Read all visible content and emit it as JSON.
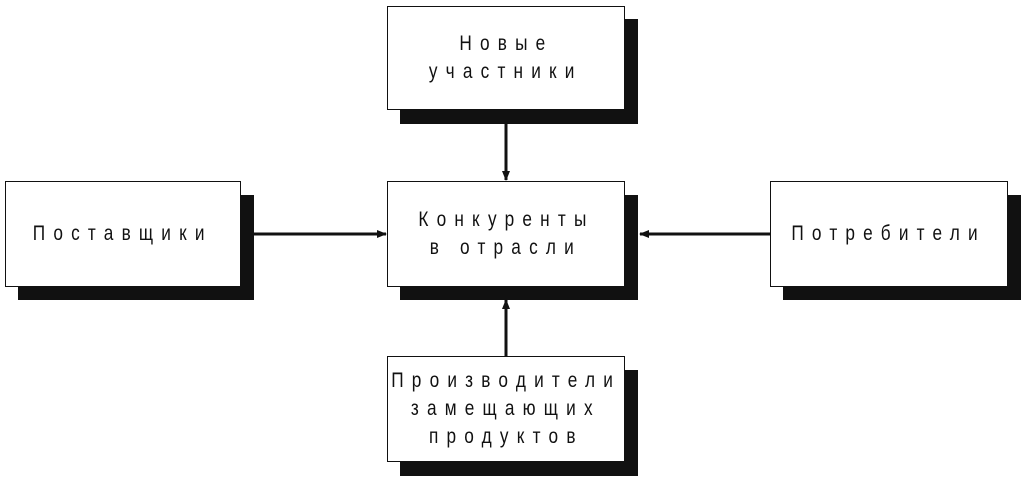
{
  "nodes": {
    "new_entrants": {
      "lines": [
        "Новые",
        "участники"
      ]
    },
    "competitors": {
      "lines": [
        "Конкуренты",
        "в отрасли"
      ]
    },
    "suppliers": {
      "lines": [
        "Поставщики"
      ]
    },
    "buyers": {
      "lines": [
        "Потребители"
      ]
    },
    "substitutes": {
      "lines": [
        "Производители",
        "замещающих",
        "продуктов"
      ]
    }
  },
  "colors": {
    "stroke": "#111111",
    "shadow": "#111111",
    "fill": "#ffffff"
  }
}
